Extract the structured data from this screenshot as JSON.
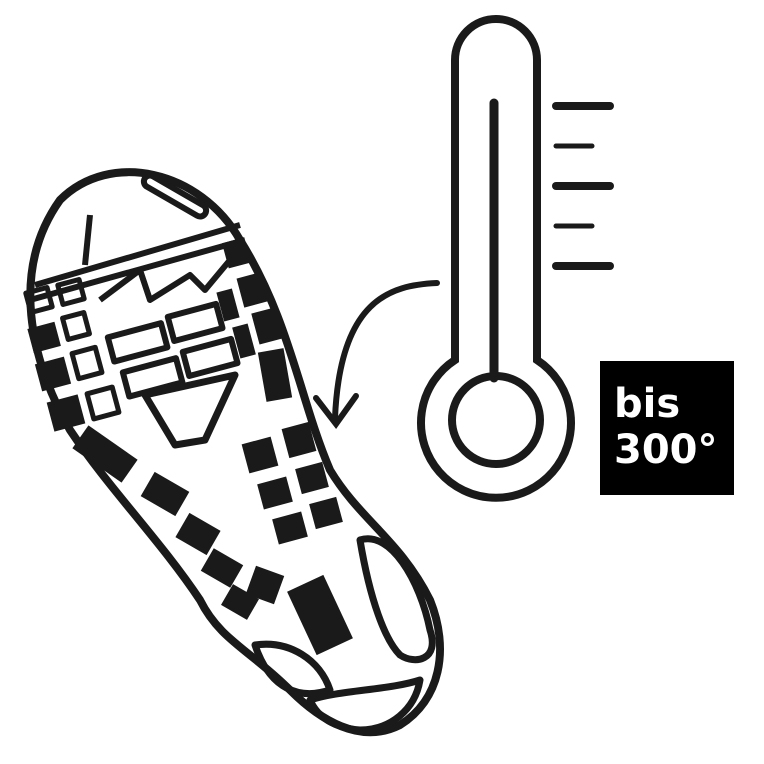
{
  "illustration": {
    "subjects": [
      "shoe-sole",
      "thermometer",
      "curved-arrow"
    ],
    "stroke_color": "#1a1a1a",
    "background_color": "#ffffff"
  },
  "badge": {
    "line1": "bis",
    "line2": "300°",
    "background_color": "#000000",
    "text_color": "#ffffff"
  }
}
